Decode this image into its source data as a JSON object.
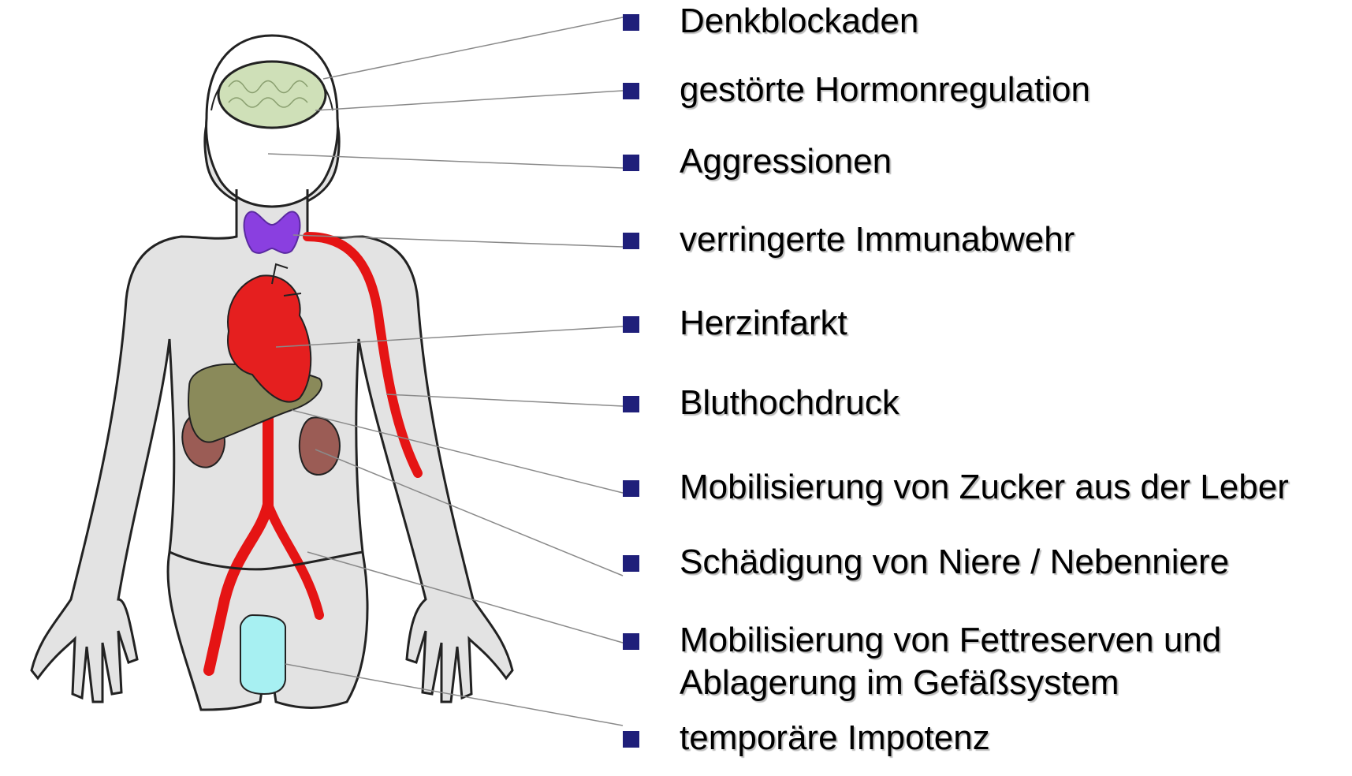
{
  "items": [
    {
      "text": "Denkblockaden",
      "organ": "brain"
    },
    {
      "text": "gestörte Hormonregulation",
      "organ": "brain-base"
    },
    {
      "text": "Aggressionen",
      "organ": "face"
    },
    {
      "text": "verringerte Immunabwehr",
      "organ": "thyroid"
    },
    {
      "text": "Herzinfarkt",
      "organ": "heart"
    },
    {
      "text": "Bluthochdruck",
      "organ": "artery"
    },
    {
      "text": "Mobilisierung von Zucker aus der Leber",
      "organ": "liver"
    },
    {
      "text": "Schädigung von Niere / Nebenniere",
      "organ": "kidney"
    },
    {
      "text": [
        "Mobilisierung von Fettreserven und",
        "Ablagerung im Gefäßsystem"
      ],
      "organ": "vessels"
    },
    {
      "text": "temporäre Impotenz",
      "organ": "genitals"
    }
  ],
  "colors": {
    "bullet": "#1f1f7a",
    "body_fill": "#e3e3e3",
    "outline": "#222222",
    "brain": "#cfe0b8",
    "thyroid": "#8a3fe0",
    "heart": "#e51f1f",
    "artery": "#e51414",
    "liver": "#8a8a5a",
    "kidney": "#9b5c55",
    "genitals": "#a7f0f2",
    "leader_line": "#8a8a8a"
  }
}
